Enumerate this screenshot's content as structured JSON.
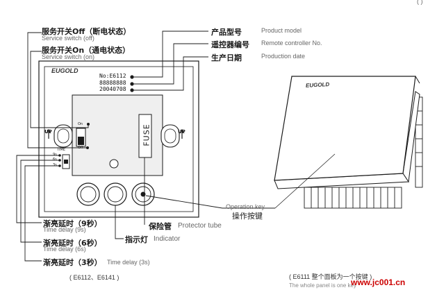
{
  "top_right_mark": "( )",
  "left_labels": {
    "service_off_cn": "服务开关Off（断电状态）",
    "service_off_en": "Service switch (off)",
    "service_on_cn": "服务开关On（通电状态）",
    "service_on_en": "Service switch (on)"
  },
  "right_labels": {
    "product_model_cn": "产品型号",
    "product_model_en": "Product model",
    "remote_no_cn": "遥控器编号",
    "remote_no_en": "Remote controller No.",
    "production_date_cn": "生产日期",
    "production_date_en": "Production date"
  },
  "device": {
    "brand": "EUGOLD",
    "model_text": "No:E6112",
    "remote_text": "88888888",
    "date_text": "20040708",
    "up_left": "UP",
    "up_right": "UP",
    "on_small": "On",
    "off_small": "Off",
    "time_small": "TIME",
    "t9": "9s",
    "t6": "6s",
    "t3": "3s",
    "fuse_label": "FUSE"
  },
  "bottom_labels": {
    "delay9_cn": "渐亮延时（9秒）",
    "delay9_en": "Time delay (9s)",
    "delay6_cn": "渐亮延时（6秒）",
    "delay6_en": "Time delay (6s)",
    "delay3_cn": "渐亮延时（3秒）",
    "delay3_en": "Time delay (3s)",
    "indicator_cn": "指示灯",
    "indicator_en": "Indicator",
    "protector_cn": "保险管",
    "protector_en": "Protector tube",
    "operation_en": "Operation key",
    "operation_cn": "操作按键",
    "models_caption": "( E6112、E6141 )"
  },
  "right_device": {
    "brand": "EUGOLD",
    "caption_cn": "( E6111 整个面板为一个按键 )",
    "caption_en": "The whole panel is one key",
    "watermark": "www.jc001.cn"
  },
  "colors": {
    "line": "#1a1a1a",
    "watermark": "#cc0000"
  }
}
